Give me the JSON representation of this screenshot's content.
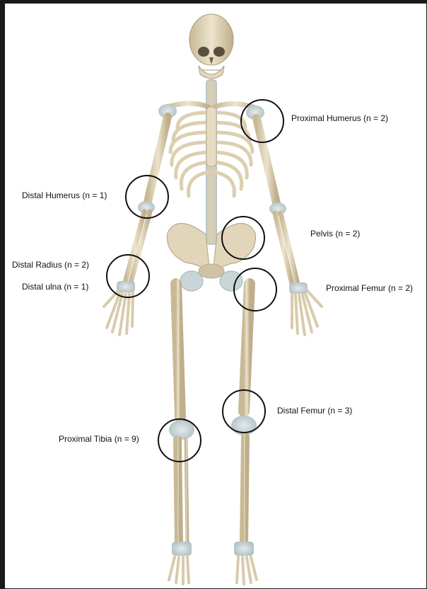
{
  "diagram": {
    "labels": {
      "proximal_humerus": "Proximal Humerus (n = 2)",
      "distal_humerus": "Distal Humerus (n = 1)",
      "pelvis": "Pelvis (n = 2)",
      "distal_radius": "Distal Radius (n = 2)",
      "distal_ulna": "Distal ulna (n = 1)",
      "proximal_femur": "Proximal Femur (n = 2)",
      "distal_femur": "Distal Femur (n = 3)",
      "proximal_tibia": "Proximal Tibia (n = 9)"
    },
    "colors": {
      "bone": "#e6dcc2",
      "bone_shadow": "#b9ab8c",
      "cartilage": "#c9d6d8",
      "circle": "#111111",
      "frame": "#1a1a1a"
    }
  }
}
